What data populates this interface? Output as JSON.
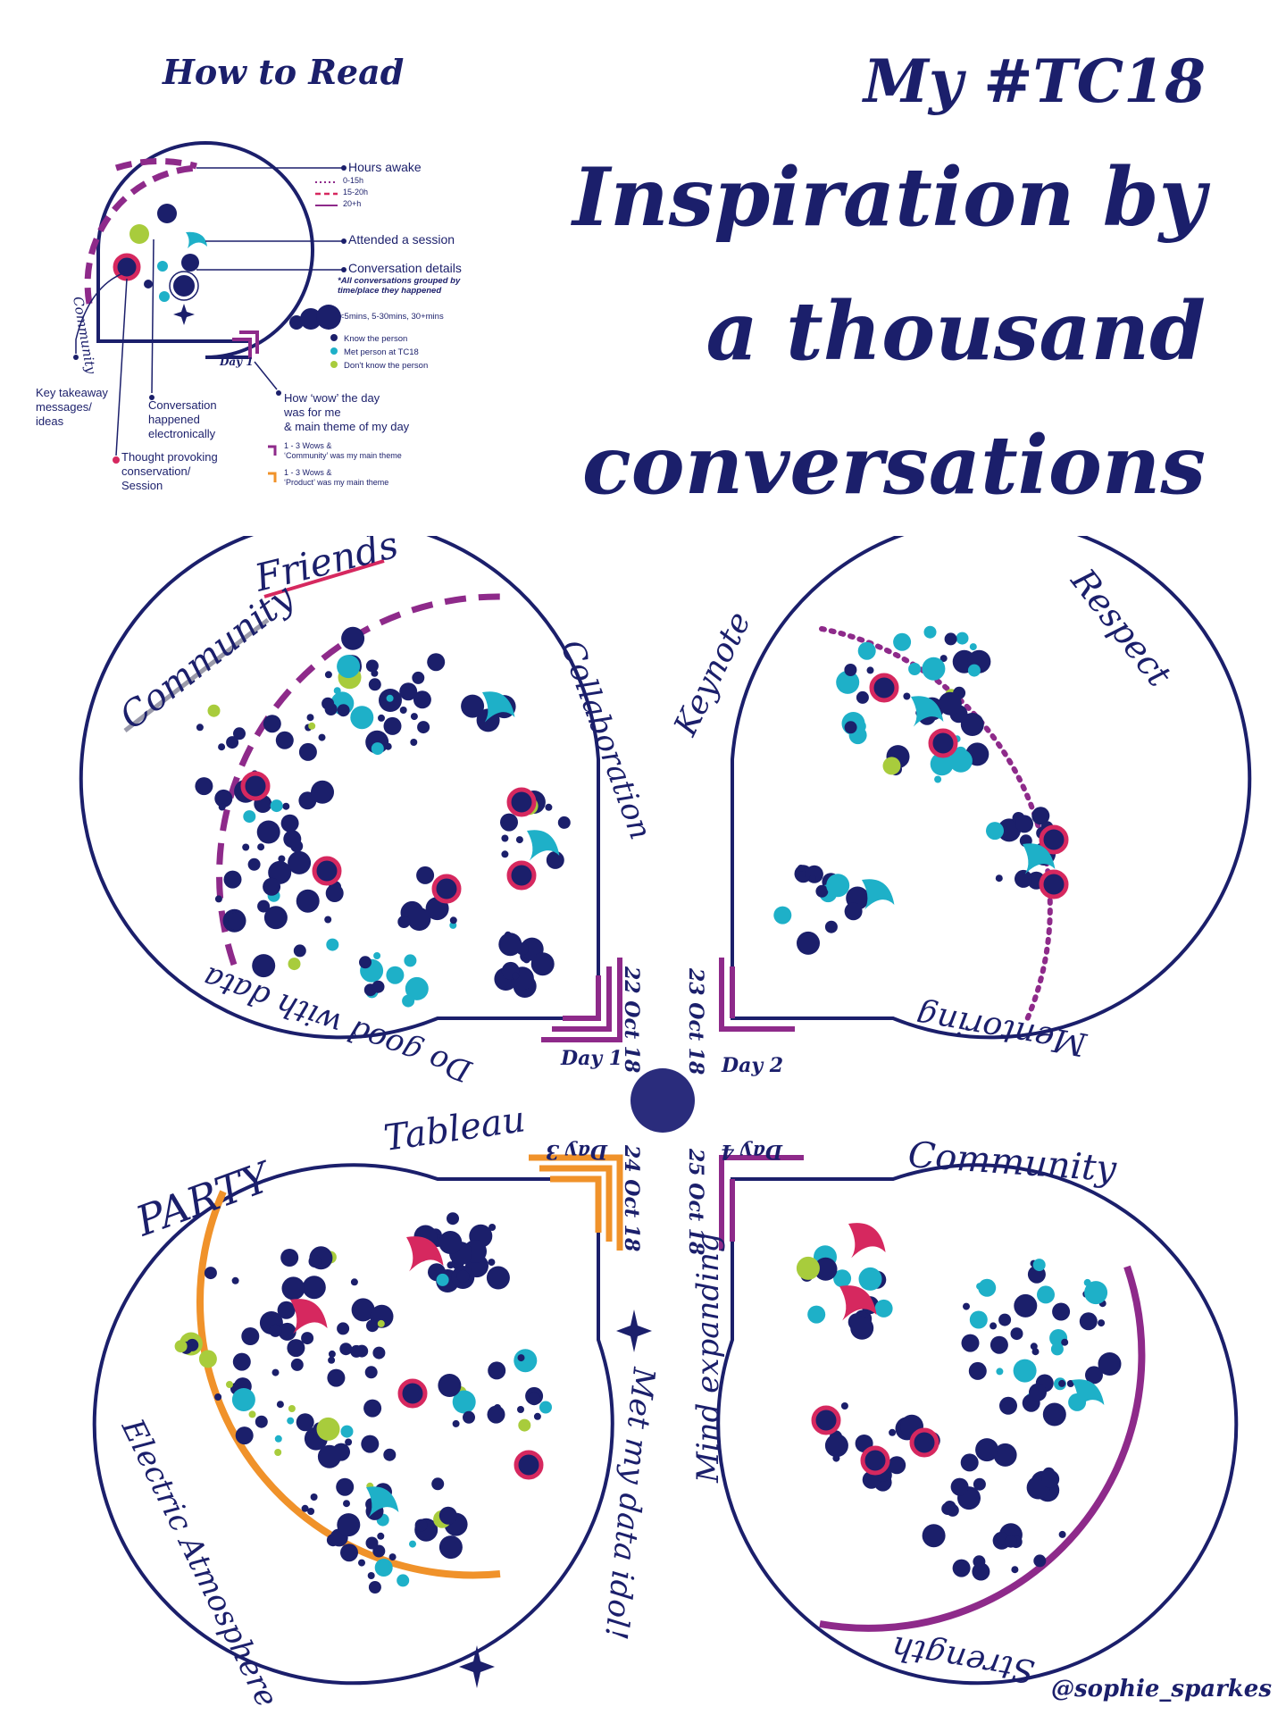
{
  "how_to_read": {
    "heading": "How to Read",
    "hours_awake": "Hours awake",
    "hours_0_15": "0-15h",
    "hours_15_20": "15-20h",
    "hours_20": "20+h",
    "attended": "Attended a session",
    "conversation_details": "Conversation details",
    "grouped_note_1": "*All conversations grouped by",
    "grouped_note_2": "time/place they happened",
    "durations": "<5mins, 5-30mins, 30+mins",
    "know": "Know the person",
    "met": "Met person at TC18",
    "dont_know": "Don't know the person",
    "community": "Community",
    "day1": "Day 1",
    "key_1": "Key takeaway",
    "key_2": "messages/",
    "key_3": "ideas",
    "conv_1": "Conversation",
    "conv_2": "happened",
    "conv_3": "electronically",
    "wow_1": "How ‘wow’ the day",
    "wow_2": "was for me",
    "wow_3": "& main theme of my day",
    "wow_c1": "1 - 3 Wows &",
    "wow_c2": "‘Community’ was my main theme",
    "wow_p1": "1 - 3 Wows &",
    "wow_p2": "‘Product’ was my main theme",
    "thought_1": "Thought provoking",
    "thought_2": "conservation/",
    "thought_3": "Session"
  },
  "title": {
    "line1": "My #TC18",
    "line2": "Inspiration by",
    "line3": "a thousand",
    "line4": "conversations"
  },
  "days": {
    "d1": {
      "label": "Day 1",
      "date": "22 Oct 18",
      "w1": "Community",
      "w2": "Friends",
      "w3": "Collaboration",
      "w4": "Do good with data"
    },
    "d2": {
      "label": "Day 2",
      "date": "23 Oct 18",
      "w1": "Keynote",
      "w2": "Respect",
      "w3": "Mentoring"
    },
    "d3": {
      "label": "Day 3",
      "date": "24 Oct 18",
      "w1": "PARTY",
      "w2": "Tableau",
      "w3": "Met my data idol!",
      "w4": "Electric Atmosphere"
    },
    "d4": {
      "label": "Day 4",
      "date": "25 Oct 18",
      "w1": "Community",
      "w2": "Mind expanding",
      "w3": "Strength"
    }
  },
  "handle": "@sophie_sparkes",
  "colors": {
    "navy": "#1b1f6b",
    "teal": "#1eb0c8",
    "lime": "#a8cc3c",
    "crimson": "#d6285f",
    "purple": "#8e2a8a",
    "orange": "#f0922a",
    "grey": "#9a9a9a"
  }
}
